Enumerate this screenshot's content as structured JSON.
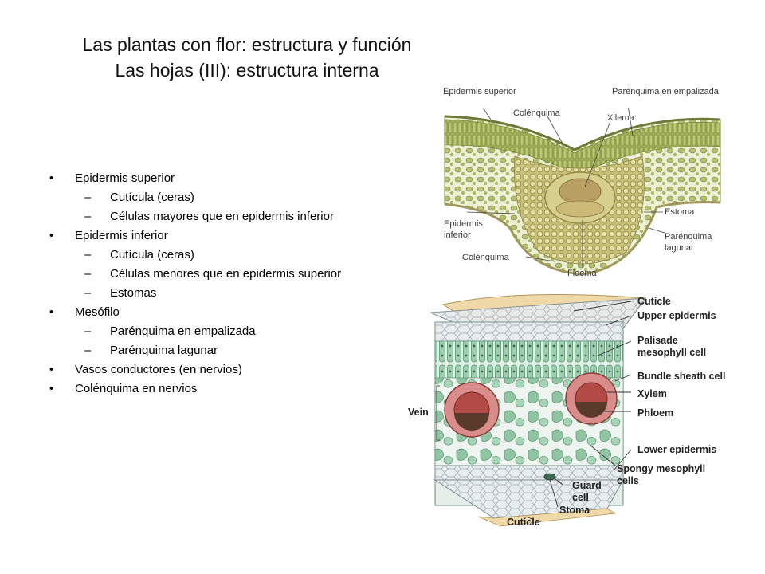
{
  "slide": {
    "title_line1": "Las plantas con flor: estructura y función",
    "title_line2": "Las hojas (III): estructura interna"
  },
  "bullets": [
    {
      "level": 1,
      "marker": "•",
      "text": "Epidermis superior"
    },
    {
      "level": 2,
      "marker": "–",
      "text": "Cutícula (ceras)"
    },
    {
      "level": 2,
      "marker": "–",
      "text": "Células mayores que en epidermis inferior"
    },
    {
      "level": 1,
      "marker": "•",
      "text": "Epidermis inferior"
    },
    {
      "level": 2,
      "marker": "–",
      "text": "Cutícula (ceras)"
    },
    {
      "level": 2,
      "marker": "–",
      "text": "Células menores que en epidermis superior"
    },
    {
      "level": 2,
      "marker": "–",
      "text": "Estomas"
    },
    {
      "level": 1,
      "marker": "•",
      "text": "Mesófilo"
    },
    {
      "level": 2,
      "marker": "–",
      "text": "Parénquima en empalizada"
    },
    {
      "level": 2,
      "marker": "–",
      "text": "Parénquima lagunar"
    },
    {
      "level": 1,
      "marker": "•",
      "text": "Vasos conductores (en nervios)"
    },
    {
      "level": 1,
      "marker": "•",
      "text": "Colénquima en nervios"
    }
  ],
  "micrograph": {
    "labels": {
      "epidermis_superior": "Epidermis superior",
      "colenquima_top": "Colénquima",
      "parenquima_empalizada": "Parénquima en empalizada",
      "xilema": "Xilema",
      "epidermis_inferior_1": "Epidermis",
      "epidermis_inferior_2": "inferior",
      "estoma": "Estoma",
      "parenquima_lagunar_1": "Parénquima",
      "parenquima_lagunar_2": "lagunar",
      "colenquima_bottom": "Colénquima",
      "floema": "Floema"
    }
  },
  "diagram": {
    "labels": {
      "cuticle_top": "Cuticle",
      "upper_epidermis": "Upper epidermis",
      "palisade_1": "Palisade",
      "palisade_2": "mesophyll cell",
      "bundle_sheath": "Bundle sheath cell",
      "xylem": "Xylem",
      "phloem": "Phloem",
      "vein": "Vein",
      "lower_epidermis": "Lower epidermis",
      "spongy_1": "Spongy mesophyll",
      "spongy_2": "cells",
      "guard_1": "Guard",
      "guard_2": "cell",
      "stoma": "Stoma",
      "cuticle_bottom": "Cuticle"
    }
  }
}
